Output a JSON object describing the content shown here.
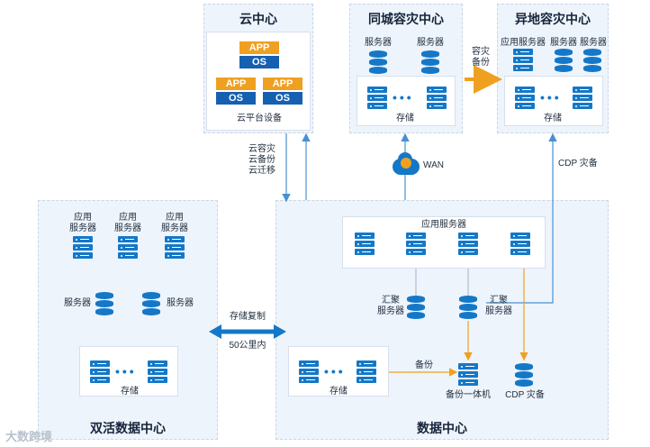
{
  "cloud_center": {
    "title": "云中心",
    "app_label": "APP",
    "os_label": "OS",
    "device_label": "云平台设备"
  },
  "same_city_dr": {
    "title": "同城容灾中心",
    "server_label": "服务器",
    "storage_label": "存储"
  },
  "remote_dr": {
    "title": "异地容灾中心",
    "app_server_label": "应用服务器",
    "server_label": "服务器",
    "storage_label": "存储"
  },
  "active_dc": {
    "title": "双活数据中心",
    "app_server_label": "应用\n服务器",
    "server_label": "服务器",
    "storage_label": "存储"
  },
  "data_center": {
    "title": "数据中心",
    "app_servers_label": "应用服务器",
    "aggregation_server_label": "汇聚\n服务器",
    "storage_label": "存储",
    "backup_appliance_label": "备份一体机",
    "cdp_label": "CDP 灾备"
  },
  "links": {
    "cloud_sync": "云容灾\n云备份\n云迁移",
    "wan": "WAN",
    "dr_backup": "容灾\n备份",
    "cdp_dr": "CDP 灾备",
    "storage_replication": "存储复制",
    "distance": "50公里内",
    "backup": "备份"
  },
  "watermark": "大数跨境",
  "colors": {
    "zone_bg": "#eef4fb",
    "device_blue": "#1478c8",
    "accent_orange": "#f0a020",
    "os_blue": "#1560b0",
    "link_blue": "#4a90d0"
  }
}
